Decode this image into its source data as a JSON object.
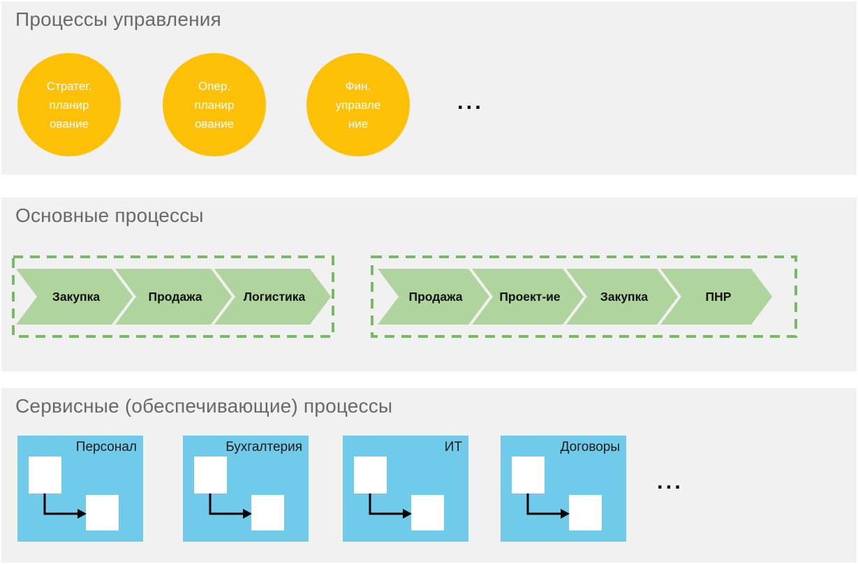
{
  "management": {
    "title": "Процессы управления",
    "ellipsis": "...",
    "circles": [
      {
        "lines": [
          "Стратег.",
          "планир",
          "ование"
        ]
      },
      {
        "lines": [
          "Опер.",
          "планир",
          "ование"
        ]
      },
      {
        "lines": [
          "Фин.",
          "управле",
          "ние"
        ]
      }
    ]
  },
  "core": {
    "title": "Основные процессы",
    "chains": [
      {
        "steps": [
          "Закупка",
          "Продажа",
          "Логистика"
        ]
      },
      {
        "steps": [
          "Продажа",
          "Проект-ие",
          "Закупка",
          "ПНР"
        ]
      }
    ]
  },
  "service": {
    "title": "Сервисные (обеспечивающие) процессы",
    "ellipsis": "...",
    "cards": [
      {
        "label": "Персонал"
      },
      {
        "label": "Бухгалтерия"
      },
      {
        "label": "ИТ"
      },
      {
        "label": "Договоры"
      }
    ]
  },
  "colors": {
    "section_bg": "#F1F1F1",
    "title": "#696969",
    "circle_fill": "#FEC107",
    "circle_text": "#FFFFFF",
    "chevron_fill": "#AFD49D",
    "chevron_text": "#111111",
    "dashed_border": "#76BB64",
    "card_fill": "#70CBEA",
    "card_text": "#1A1A1A",
    "arrow": "#000000"
  }
}
